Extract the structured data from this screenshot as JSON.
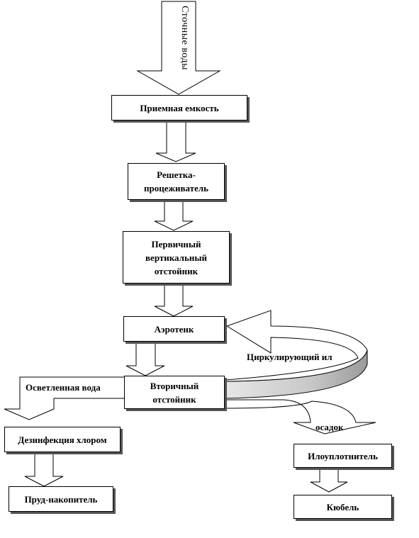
{
  "diagram": {
    "title": "",
    "inflow_label": "Сточные воды",
    "boxes": {
      "receiving_tank": "Приемная емкость",
      "screen_filter": "Решетка-процеживатель",
      "primary_settler": "Первичный вертикальный отстойник",
      "aerotank": "Аэротенк",
      "secondary_settler": "Вторичный отстойник",
      "chlorine_disinfection": "Дезинфекция хлором",
      "storage_pond": "Пруд-накопитель",
      "sludge_thickener": "Илоуплотнитель",
      "sludge_bed": "Кюбель"
    },
    "labels": {
      "circulating_sludge": "Циркулирующий ил",
      "clarified_water": "Осветленная вода",
      "sediment": "осадок"
    },
    "colors": {
      "line": "#000000",
      "box_shadow": "#555555",
      "return_arrow_fill": "#d4d4d4",
      "return_arrow_dark": "#9a9a9a"
    }
  }
}
